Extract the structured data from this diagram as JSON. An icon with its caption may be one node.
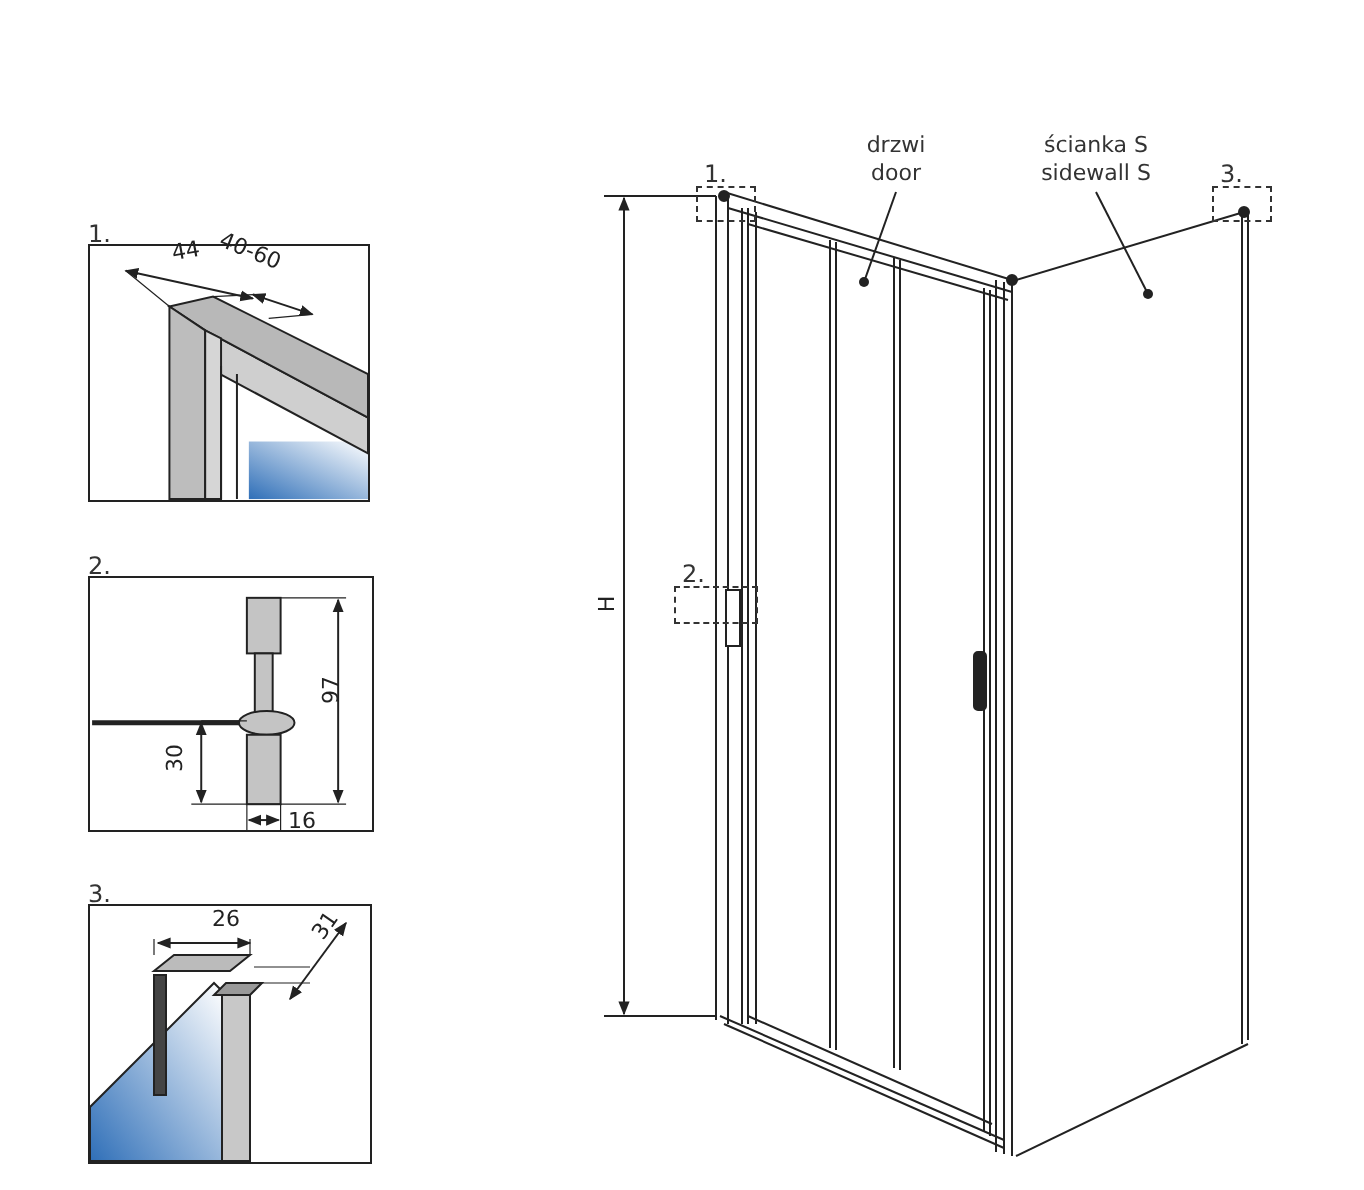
{
  "diagram": {
    "nodes": [
      {
        "text": [
          "1."
        ]
      },
      {
        "text": [
          "2."
        ]
      },
      {
        "text": [
          "3."
        ]
      },
      {
        "text": [
          "1."
        ]
      },
      {
        "text": [
          "2."
        ]
      },
      {
        "text": [
          "3."
        ]
      },
      {
        "text": [
          "drzwi door"
        ]
      },
      {
        "text": [
          "ścianka S sidewall S"
        ]
      }
    ],
    "edges": [
      {
        "from": 6,
        "to": null,
        "arrow": "other"
      },
      {
        "from": 7,
        "to": null,
        "arrow": "other"
      }
    ],
    "labels": [
      "44",
      "40-60",
      "97",
      "30",
      "16",
      "26",
      "31",
      "H"
    ]
  }
}
